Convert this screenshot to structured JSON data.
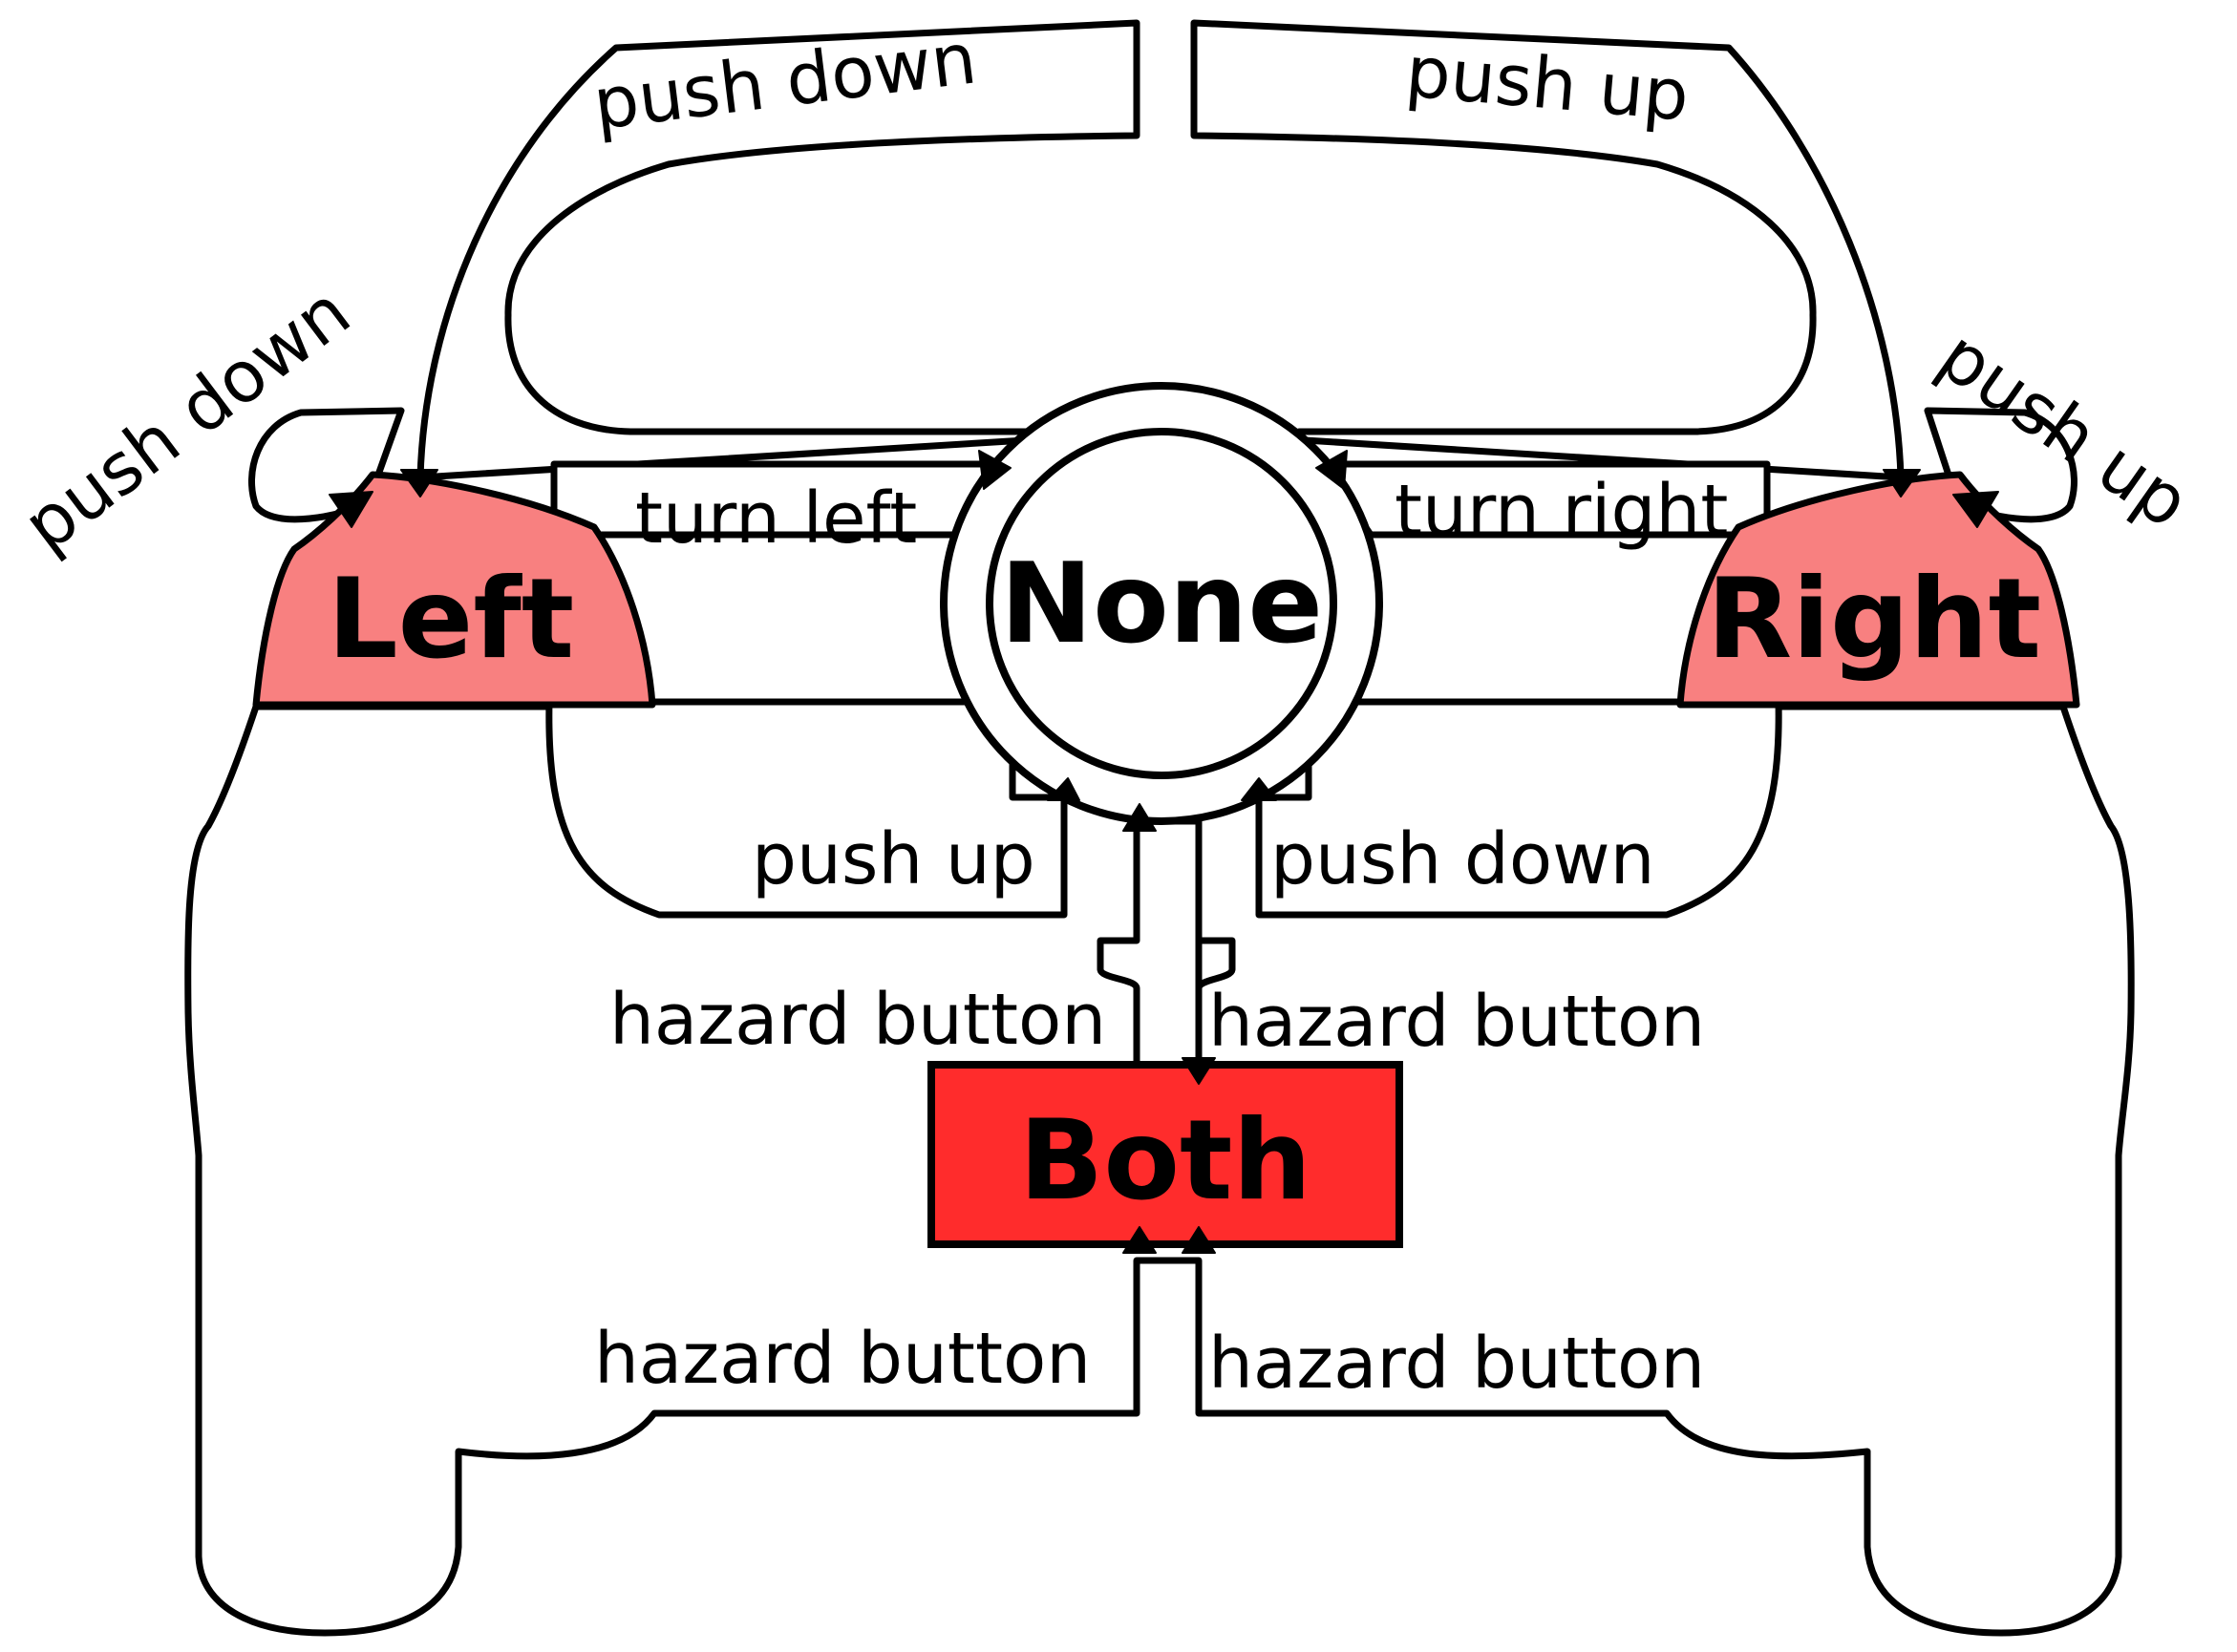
{
  "states": {
    "none": "None",
    "left": "Left",
    "right": "Right",
    "both": "Both"
  },
  "transitions": {
    "left_self": "push down",
    "left_to_none": "turn left",
    "left_to_right": "push up",
    "right_self": "push up",
    "right_to_none": "turn right",
    "right_to_left": "push down",
    "none_to_left": "push down",
    "none_to_right": "push up",
    "none_to_both": "hazard button",
    "both_to_none": "hazard button",
    "left_to_both": "hazard button",
    "right_to_both": "hazard button"
  },
  "colors": {
    "indicator_light": "#f88080",
    "hazard": "#ff2c2c",
    "outline": "#000000",
    "background": "#ffffff"
  }
}
